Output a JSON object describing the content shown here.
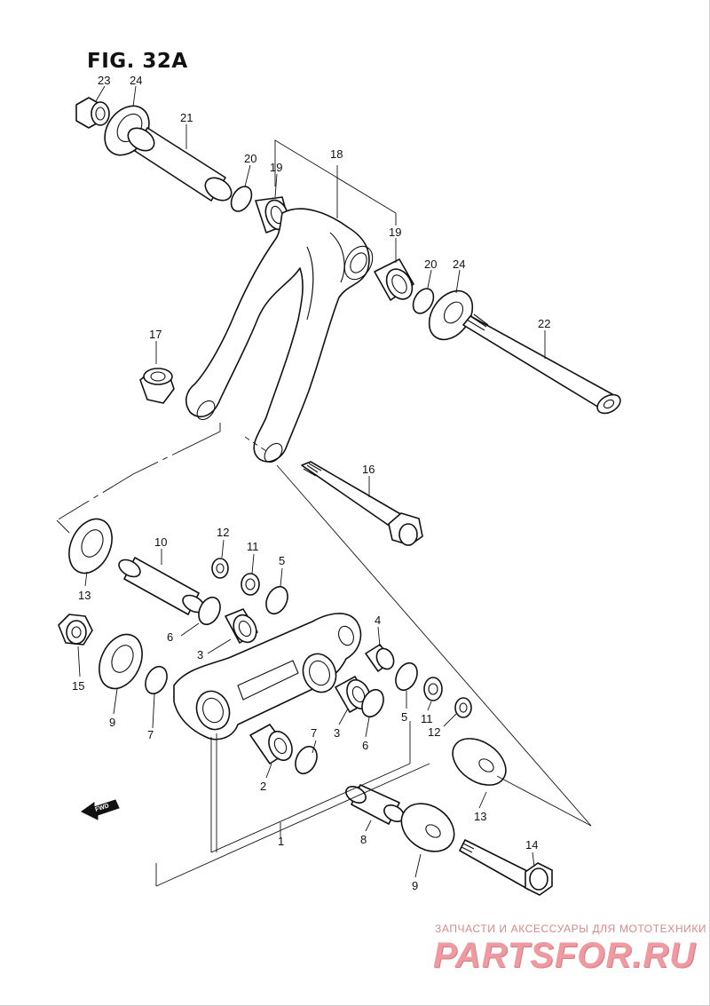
{
  "figure": {
    "title": "FIG. 32A"
  },
  "fwd_label": "FWD",
  "part_labels": [
    {
      "num": "23"
    },
    {
      "num": "24"
    },
    {
      "num": "21"
    },
    {
      "num": "20"
    },
    {
      "num": "19"
    },
    {
      "num": "18"
    },
    {
      "num": "19"
    },
    {
      "num": "20"
    },
    {
      "num": "24"
    },
    {
      "num": "22"
    },
    {
      "num": "17"
    },
    {
      "num": "16"
    },
    {
      "num": "10"
    },
    {
      "num": "12"
    },
    {
      "num": "11"
    },
    {
      "num": "5"
    },
    {
      "num": "13"
    },
    {
      "num": "15"
    },
    {
      "num": "6"
    },
    {
      "num": "3"
    },
    {
      "num": "4"
    },
    {
      "num": "9"
    },
    {
      "num": "7"
    },
    {
      "num": "3"
    },
    {
      "num": "6"
    },
    {
      "num": "5"
    },
    {
      "num": "11"
    },
    {
      "num": "12"
    },
    {
      "num": "7"
    },
    {
      "num": "2"
    },
    {
      "num": "13"
    },
    {
      "num": "1"
    },
    {
      "num": "8"
    },
    {
      "num": "9"
    },
    {
      "num": "14"
    }
  ],
  "watermark": {
    "caption": "ЗАПЧАСТИ И АКСЕССУАРЫ ДЛЯ МОТОТЕХНИКИ",
    "logo": "PARTSFOR.RU"
  },
  "colors": {
    "line": "#111111",
    "background": "#ffffff",
    "watermark": "#ef9aa0"
  }
}
